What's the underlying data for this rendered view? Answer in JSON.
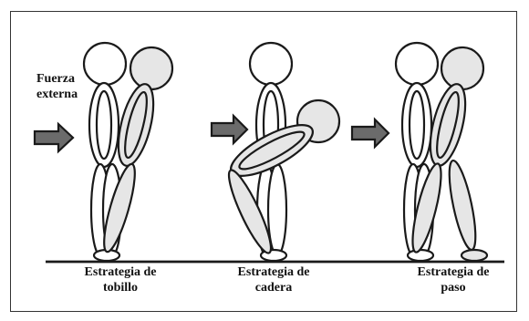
{
  "force_label": {
    "line1": "Fuerza",
    "line2": "externa"
  },
  "strategies": [
    {
      "line1": "Estrategia de",
      "line2": "tobillo"
    },
    {
      "line1": "Estrategia de",
      "line2": "cadera"
    },
    {
      "line1": "Estrategia de",
      "line2": "paso"
    }
  ],
  "colors": {
    "outline": "#1a1a1a",
    "shaded_fill": "#e6e6e6",
    "arrow_fill": "#6b6b6b",
    "ground": "#1a1a1a"
  }
}
